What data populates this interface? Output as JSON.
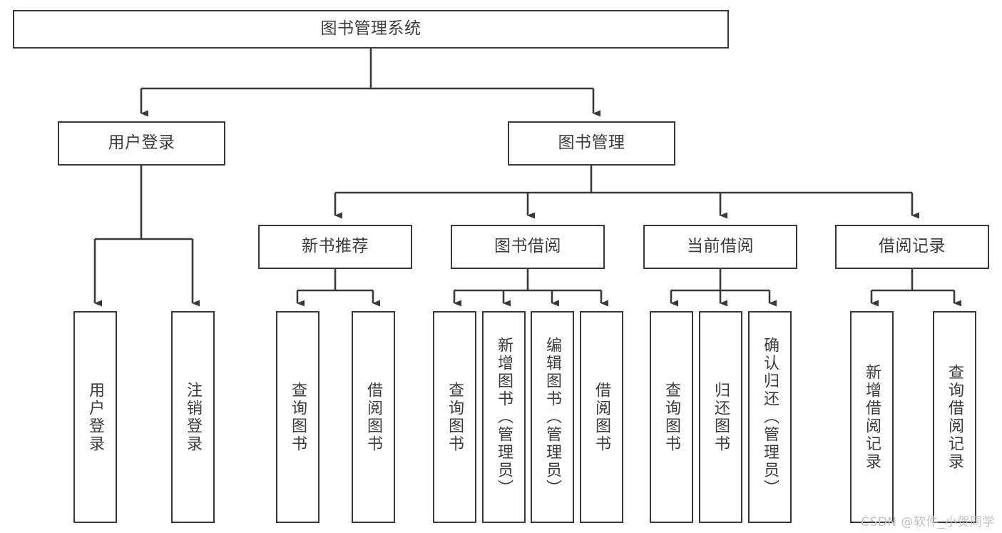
{
  "diagram": {
    "title": "图书管理系统",
    "type": "tree-hierarchy",
    "root": {
      "label": "图书管理系统"
    },
    "level2": [
      {
        "label": "用户登录"
      },
      {
        "label": "图书管理"
      }
    ],
    "level3": [
      {
        "label": "新书推荐"
      },
      {
        "label": "图书借阅"
      },
      {
        "label": "当前借阅"
      },
      {
        "label": "借阅记录"
      }
    ],
    "leaves": {
      "user_login": [
        {
          "label": "用户登录"
        },
        {
          "label": "注销登录"
        }
      ],
      "new_book_recommend": [
        {
          "label": "查询图书"
        },
        {
          "label": "借阅图书"
        }
      ],
      "book_borrow": [
        {
          "label": "查询图书"
        },
        {
          "label": "新增图书（管理员）"
        },
        {
          "label": "编辑图书（管理员）"
        },
        {
          "label": "借阅图书"
        }
      ],
      "current_borrow": [
        {
          "label": "查询图书"
        },
        {
          "label": "归还图书"
        },
        {
          "label": "确认归还（管理员）"
        }
      ],
      "borrow_record": [
        {
          "label": "新增借阅记录"
        },
        {
          "label": "查询借阅记录"
        }
      ]
    }
  },
  "watermark": {
    "text": "CSDN @软件_小贺同学"
  },
  "colors": {
    "stroke": "#3a3a3a",
    "text": "#3c3c3c",
    "background": "#ffffff",
    "watermark": "#c2c2c2"
  }
}
